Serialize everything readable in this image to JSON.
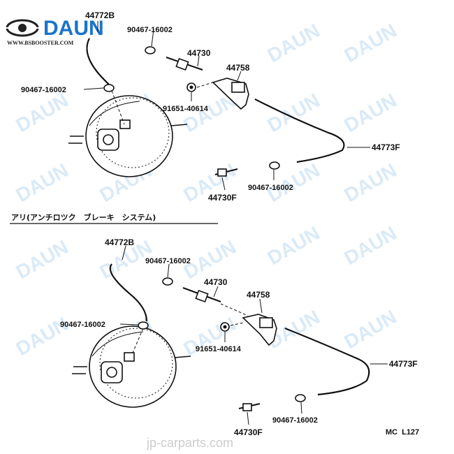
{
  "logo": {
    "text": "DAUN",
    "url": "WWW.BSBOOSTER.COM"
  },
  "watermark": "DAUN",
  "footer": {
    "site": "jp-carparts.com",
    "code": "MC  L127"
  },
  "section_title": "アリ(アンチロツク　ブレーキ　システム)",
  "top": {
    "labels": {
      "hose_upper": "44772B",
      "clamp_top": "90467-16002",
      "clamp_left": "90467-16002",
      "valve": "44730",
      "bracket": "44758",
      "nut": "91651-40614",
      "hose_right": "44773F",
      "fitting": "44730F",
      "clamp_bottom": "90467-16002"
    }
  },
  "bottom": {
    "labels": {
      "hose_upper": "44772B",
      "clamp_top": "90467-16002",
      "clamp_left": "90467-16002",
      "valve": "44730",
      "bracket": "44758",
      "nut": "91651-40614",
      "hose_right": "44773F",
      "fitting": "44730F",
      "clamp_bottom": "90467-16002"
    }
  }
}
